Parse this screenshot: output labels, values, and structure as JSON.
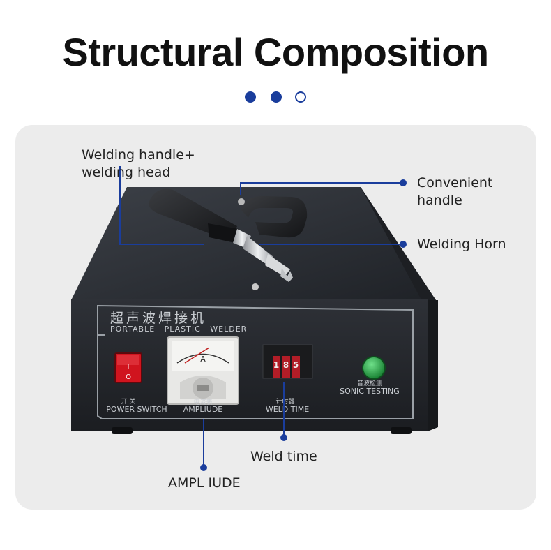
{
  "header": {
    "title": "Structural Composition",
    "page_dots": [
      "active",
      "active",
      "inactive"
    ]
  },
  "machine": {
    "panel_title_cn": "超声波焊接机",
    "panel_title_en": "PORTABLE   PLASTIC   WELDER",
    "power_switch_cn": "开 关",
    "power_switch_en": "POWER SWITCH",
    "amplitude_cn": "电流表",
    "amplitude_en": "AMPLIUDE",
    "meter_unit": "A",
    "weld_time_cn": "计时器",
    "weld_time_en": "WELD TIME",
    "timer_digits": [
      "1",
      "8",
      "5"
    ],
    "sonic_cn": "音波检测",
    "sonic_en": "SONIC TESTING"
  },
  "callouts": {
    "handle_head_line1": "Welding handle+",
    "handle_head_line2": "welding head",
    "convenient_line1": "Convenient",
    "convenient_line2": "handle",
    "welding_horn": "Welding Horn",
    "weld_time": "Weld time",
    "amplitude": "AMPL IUDE"
  },
  "colors": {
    "accent": "#1a3d9c",
    "panel_bg": "#ececec",
    "machine_body": "#2a2d33",
    "power_button": "#d0141e",
    "test_button": "#1d9a3a"
  }
}
